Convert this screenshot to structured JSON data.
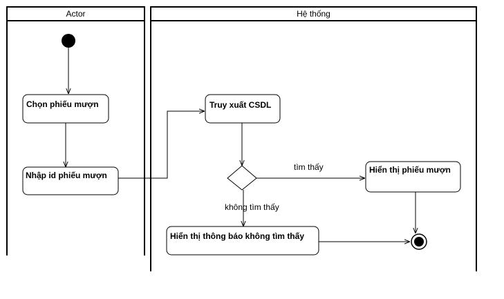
{
  "lanes": {
    "actor": {
      "title": "Actor"
    },
    "system": {
      "title": "Hệ thống"
    }
  },
  "nodes": {
    "chon_phieu": "Chọn phiếu mượn",
    "nhap_id": "Nhập id phiếu mượn",
    "truy_xuat": "Truy xuất CSDL",
    "hien_thi_phieu": "Hiển thị phiếu mượn",
    "hien_thi_khong_tim_thay": "Hiển thị thông báo không tìm thấy"
  },
  "edges": {
    "found": "tìm thấy",
    "not_found": "không tìm thấy"
  },
  "colors": {
    "line": "#000000",
    "node_fill": "#ffffff",
    "start_fill": "#000000"
  }
}
